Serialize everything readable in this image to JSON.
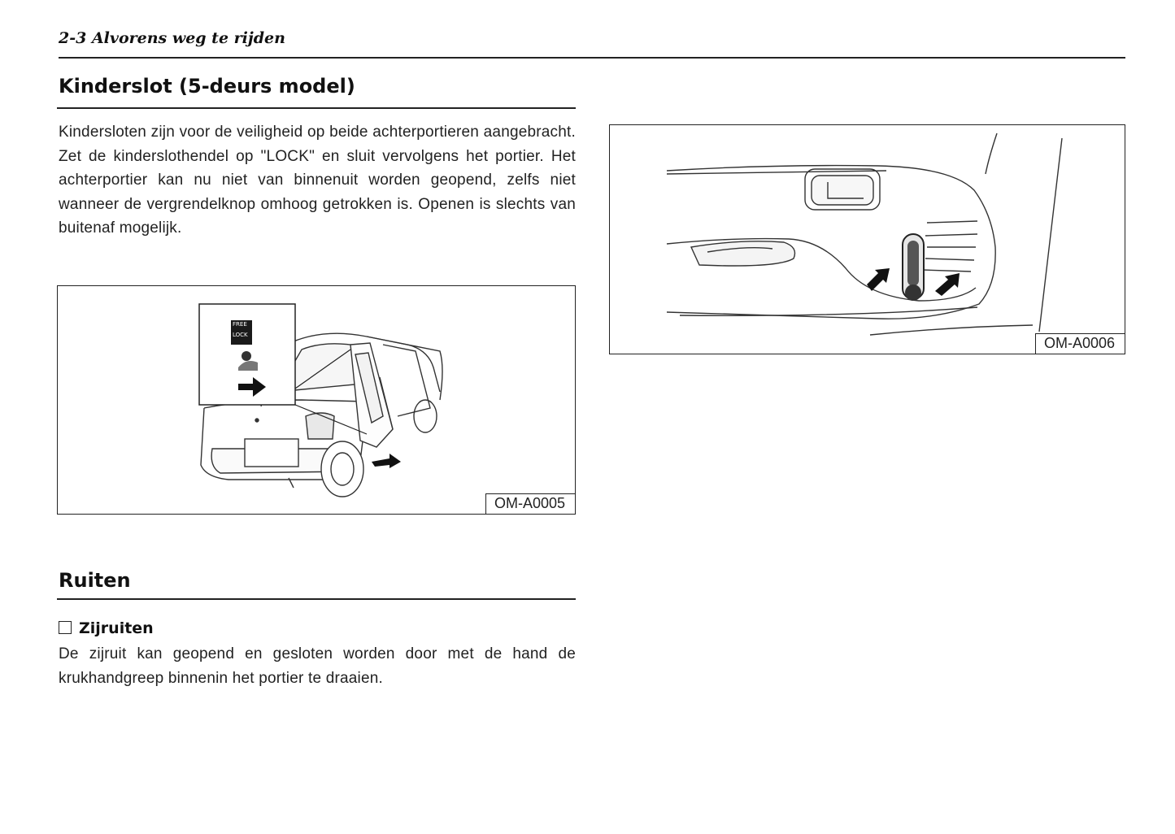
{
  "running_head": "2-3  Alvorens weg te rijden",
  "sections": [
    {
      "title": "Kinderslot (5-deurs model)",
      "body": "Kindersloten zijn voor de veiligheid op beide achterportieren aangebracht. Zet de kinderslothendel op \"LOCK\" en sluit vervolgens het portier. Het achterportier kan nu niet van binnenuit worden geopend, zelfs niet wanneer de vergrendelknop omhoog getrokken is. Openen is slechts van buitenaf mogelijk."
    },
    {
      "title": "Ruiten",
      "subsection": {
        "heading": "Zijruiten",
        "body": "De zijruit kan geopend en gesloten worden door met de hand de krukhandgreep binnenin het portier te draaien."
      }
    }
  ],
  "figures": [
    {
      "code": "OM-A0005",
      "subject": "car-rear-child-lock-illustration",
      "inset_labels": [
        "FREE",
        "LOCK"
      ]
    },
    {
      "code": "OM-A0006",
      "subject": "door-interior-handle-illustration"
    }
  ]
}
